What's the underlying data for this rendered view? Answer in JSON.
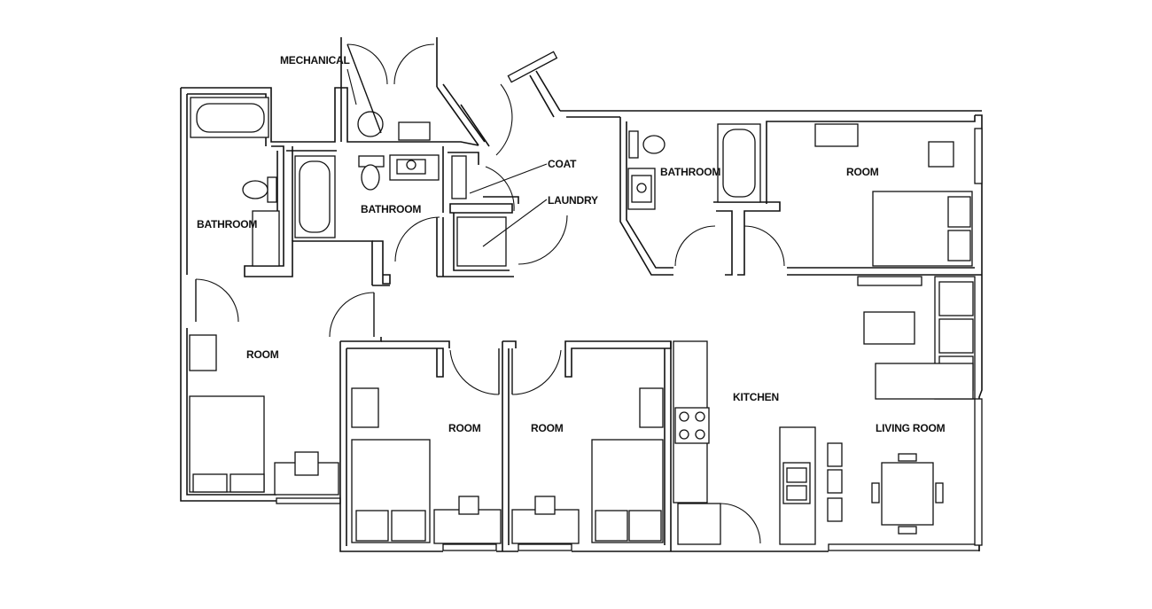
{
  "floorplan": {
    "labels": {
      "mechanical": "MECHANICAL",
      "bathroom_left": "BATHROOM",
      "bathroom_center": "BATHROOM",
      "bathroom_right": "BATHROOM",
      "coat": "COAT",
      "laundry": "LAUNDRY",
      "room_top_right": "ROOM",
      "room_left": "ROOM",
      "room_center_left": "ROOM",
      "room_center_right": "ROOM",
      "kitchen": "KITCHEN",
      "living_room": "LIVING ROOM"
    }
  }
}
